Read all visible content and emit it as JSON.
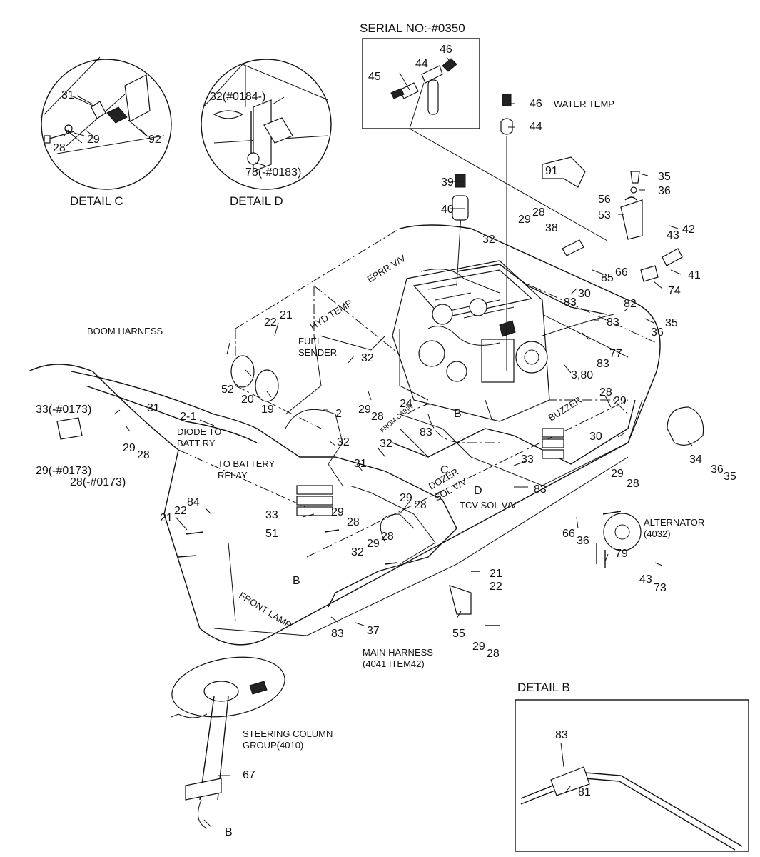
{
  "headings": {
    "serial_box": "SERIAL NO:-#0350",
    "detail_c": "DETAIL  C",
    "detail_d": "DETAIL  D",
    "detail_b": "DETAIL  B"
  },
  "annotations": {
    "water_temp": "WATER TEMP",
    "boom_harness": "BOOM HARNESS",
    "hyd_temp": "HYD TEMP",
    "fuel": "FUEL",
    "sender": "SENDER",
    "eprr": "EPRR V/V",
    "buzzer": "BUZZER",
    "diode_1": "DIODE TO",
    "diode_2": "BATT RY",
    "battery_1": "TO BATTERY",
    "battery_2": "RELAY",
    "from_cabin": "FROM CABIN",
    "dozer": "DOZER",
    "sol_vv": "SOL V/V",
    "tcv": "TCV SOL V/V",
    "alternator": "ALTERNATOR",
    "alternator_ref": "(4032)",
    "front_lamp": "FRONT LAMP",
    "main_harness_1": "MAIN HARNESS",
    "main_harness_2": "(4041 ITEM42)",
    "steering_1": "STEERING COLUMN",
    "steering_2": "GROUP(4010)"
  },
  "detail_refs": {
    "b1": "B",
    "b2": "B",
    "b3": "B",
    "c": "C",
    "d": "D"
  },
  "callouts": {
    "s46": "46",
    "s44": "44",
    "s45": "45",
    "w46": "46",
    "w44": "44",
    "c31": "31",
    "c29": "29",
    "c28": "28",
    "c92": "92",
    "d32": "32(#0184-)",
    "d78": "78(-#0183)",
    "p91": "91",
    "p35a": "35",
    "p36a": "36",
    "p56": "56",
    "p53": "53",
    "p42": "42",
    "p43a": "43",
    "p39": "39",
    "p40": "40",
    "p29a": "29",
    "p28a": "28",
    "p38": "38",
    "p32a": "32",
    "p41": "41",
    "p74": "74",
    "p85": "85",
    "p66a": "66",
    "p30a": "30",
    "p83a": "83",
    "p82": "82",
    "p83b": "83",
    "p35b": "35",
    "p36b": "36",
    "p77": "77",
    "p83c": "83",
    "p22a": "22",
    "p21a": "21",
    "p32b": "32",
    "p52": "52",
    "p20": "20",
    "p19": "19",
    "p2": "2",
    "p29b": "29",
    "p28b": "28",
    "p24": "24",
    "p380": "3,80",
    "p28c": "28",
    "p29c": "29",
    "p30b": "30",
    "p34": "34",
    "p36c": "36",
    "p35c": "35",
    "p21": "2-1",
    "p33a": "33(-#0173)",
    "p31a": "31",
    "p29d": "29",
    "p28d": "28",
    "p29e": "29(-#0173)",
    "p28e": "28(-#0173)",
    "p32c": "32",
    "p31b": "31",
    "p32d": "32",
    "p83d": "83",
    "p33b": "33",
    "p29f": "29",
    "p28f": "28",
    "p83e": "83",
    "p84": "84",
    "p21b": "21",
    "p22b": "22",
    "p33c": "33",
    "p29g": "29",
    "p28g": "28",
    "p51": "51",
    "p29h": "29",
    "p28h": "28",
    "p32e": "32",
    "p29i": "29",
    "p28i": "28",
    "p66b": "66",
    "p36d": "36",
    "p79": "79",
    "p43b": "43",
    "p73": "73",
    "p21c": "21",
    "p22c": "22",
    "p55": "55",
    "p29j": "29",
    "p28j": "28",
    "p83f": "83",
    "p37": "37",
    "p67": "67",
    "p83g": "83",
    "p81": "81"
  }
}
